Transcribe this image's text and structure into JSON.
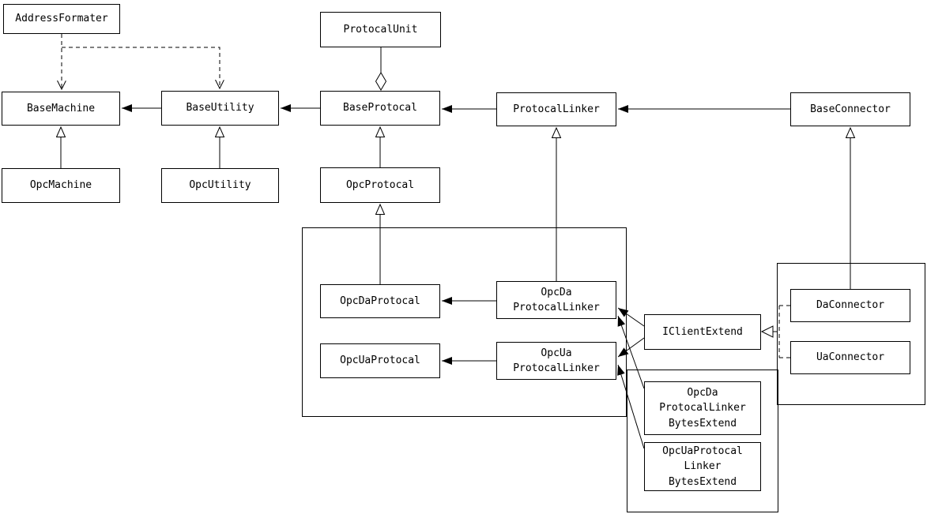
{
  "diagram": {
    "type": "uml-class-diagram",
    "classes": {
      "addressFormater": {
        "label": "AddressFormater"
      },
      "protocalUnit": {
        "label": "ProtocalUnit"
      },
      "baseMachine": {
        "label": "BaseMachine"
      },
      "baseUtility": {
        "label": "BaseUtility"
      },
      "baseProtocal": {
        "label": "BaseProtocal"
      },
      "protocalLinker": {
        "label": "ProtocalLinker"
      },
      "baseConnector": {
        "label": "BaseConnector"
      },
      "opcMachine": {
        "label": "OpcMachine"
      },
      "opcUtility": {
        "label": "OpcUtility"
      },
      "opcProtocal": {
        "label": "OpcProtocal"
      },
      "opcDaProtocal": {
        "label": "OpcDaProtocal"
      },
      "opcDaProtocalLinker": {
        "line1": "OpcDa",
        "line2": "ProtocalLinker"
      },
      "opcUaProtocal": {
        "label": "OpcUaProtocal"
      },
      "opcUaProtocalLinker": {
        "line1": "OpcUa",
        "line2": "ProtocalLinker"
      },
      "iClientExtend": {
        "label": "IClientExtend"
      },
      "daConnector": {
        "label": "DaConnector"
      },
      "uaConnector": {
        "label": "UaConnector"
      },
      "opcDaProtocalLinkerBytesExtend": {
        "line1": "OpcDa",
        "line2": "ProtocalLinker",
        "line3": "BytesExtend"
      },
      "opcUaProtocalLinkerBytesExtend": {
        "line1": "OpcUaProtocal",
        "line2": "Linker",
        "line3": "BytesExtend"
      }
    },
    "relationships": [
      {
        "from": "BaseUtility",
        "to": "BaseMachine",
        "type": "arrow"
      },
      {
        "from": "BaseProtocal",
        "to": "BaseUtility",
        "type": "arrow"
      },
      {
        "from": "ProtocalLinker",
        "to": "BaseProtocal",
        "type": "arrow"
      },
      {
        "from": "BaseConnector",
        "to": "ProtocalLinker",
        "type": "arrow"
      },
      {
        "from": "OpcMachine",
        "to": "BaseMachine",
        "type": "inheritance"
      },
      {
        "from": "OpcUtility",
        "to": "BaseUtility",
        "type": "inheritance"
      },
      {
        "from": "OpcProtocal",
        "to": "BaseProtocal",
        "type": "inheritance"
      },
      {
        "from": "OpcDaProtocal",
        "to": "OpcProtocal",
        "type": "inheritance"
      },
      {
        "from": "OpcDaProtocalLinker",
        "to": "ProtocalLinker",
        "type": "inheritance"
      },
      {
        "from": "DaConnector",
        "to": "BaseConnector",
        "type": "inheritance"
      },
      {
        "from": "ProtocalUnit",
        "to": "BaseProtocal",
        "type": "aggregation"
      },
      {
        "from": "AddressFormater",
        "to": "BaseMachine",
        "type": "dependency"
      },
      {
        "from": "AddressFormater",
        "to": "BaseUtility",
        "type": "dependency"
      },
      {
        "from": "OpcDaProtocalLinker",
        "to": "OpcDaProtocal",
        "type": "arrow"
      },
      {
        "from": "OpcUaProtocalLinker",
        "to": "OpcUaProtocal",
        "type": "arrow"
      },
      {
        "from": "IClientExtend",
        "to": "OpcDaProtocalLinker",
        "type": "arrow"
      },
      {
        "from": "IClientExtend",
        "to": "OpcUaProtocalLinker",
        "type": "arrow"
      },
      {
        "from": "OpcDaProtocalLinkerBytesExtend",
        "to": "OpcDaProtocalLinker",
        "type": "arrow"
      },
      {
        "from": "OpcUaProtocalLinkerBytesExtend",
        "to": "OpcUaProtocalLinker",
        "type": "arrow"
      },
      {
        "from": "DaConnector",
        "to": "IClientExtend",
        "type": "realization"
      },
      {
        "from": "UaConnector",
        "to": "IClientExtend",
        "type": "realization"
      }
    ],
    "colors": {
      "line": "#000000",
      "box_fill": "#ffffff",
      "background": "#ffffff"
    }
  }
}
